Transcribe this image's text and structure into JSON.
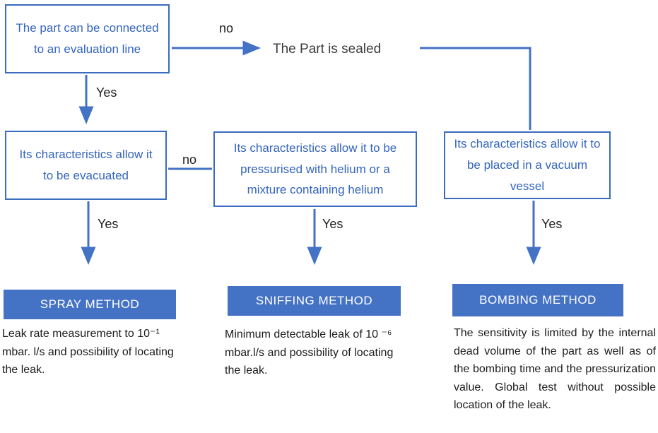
{
  "colors": {
    "accent": "#4472c4",
    "node_border": "#3a6bbf",
    "node_text": "#3465bd"
  },
  "nodes": {
    "evaluation_line": {
      "label": "The part can be connected to an evaluation line"
    },
    "part_sealed": {
      "label": "The Part is sealed"
    },
    "evacuated": {
      "label": "Its characteristics allow it to be evacuated"
    },
    "pressurised": {
      "label": "Its characteristics allow it to be pressurised with helium or a mixture containing helium"
    },
    "vacuum_vessel": {
      "label": "Its characteristics allow it to be placed in a vacuum vessel"
    }
  },
  "edges": {
    "no_top": "no",
    "yes_top": "Yes",
    "no_mid": "no",
    "yes_spray": "Yes",
    "yes_sniffing": "Yes",
    "yes_bombing": "Yes"
  },
  "methods": {
    "spray": {
      "title": "SPRAY METHOD",
      "description": "Leak rate measurement to 10⁻¹ mbar. l/s and possibility of locating the leak."
    },
    "sniffing": {
      "title": "SNIFFING METHOD",
      "description": "Minimum detectable leak of 10 ⁻⁶ mbar.l/s and possibility of locating the leak."
    },
    "bombing": {
      "title": "BOMBING METHOD",
      "description": "The sensitivity is limited by the internal dead volume of the part as well as of the bombing time and the pressurization value. Global test without possible location of the leak."
    }
  }
}
